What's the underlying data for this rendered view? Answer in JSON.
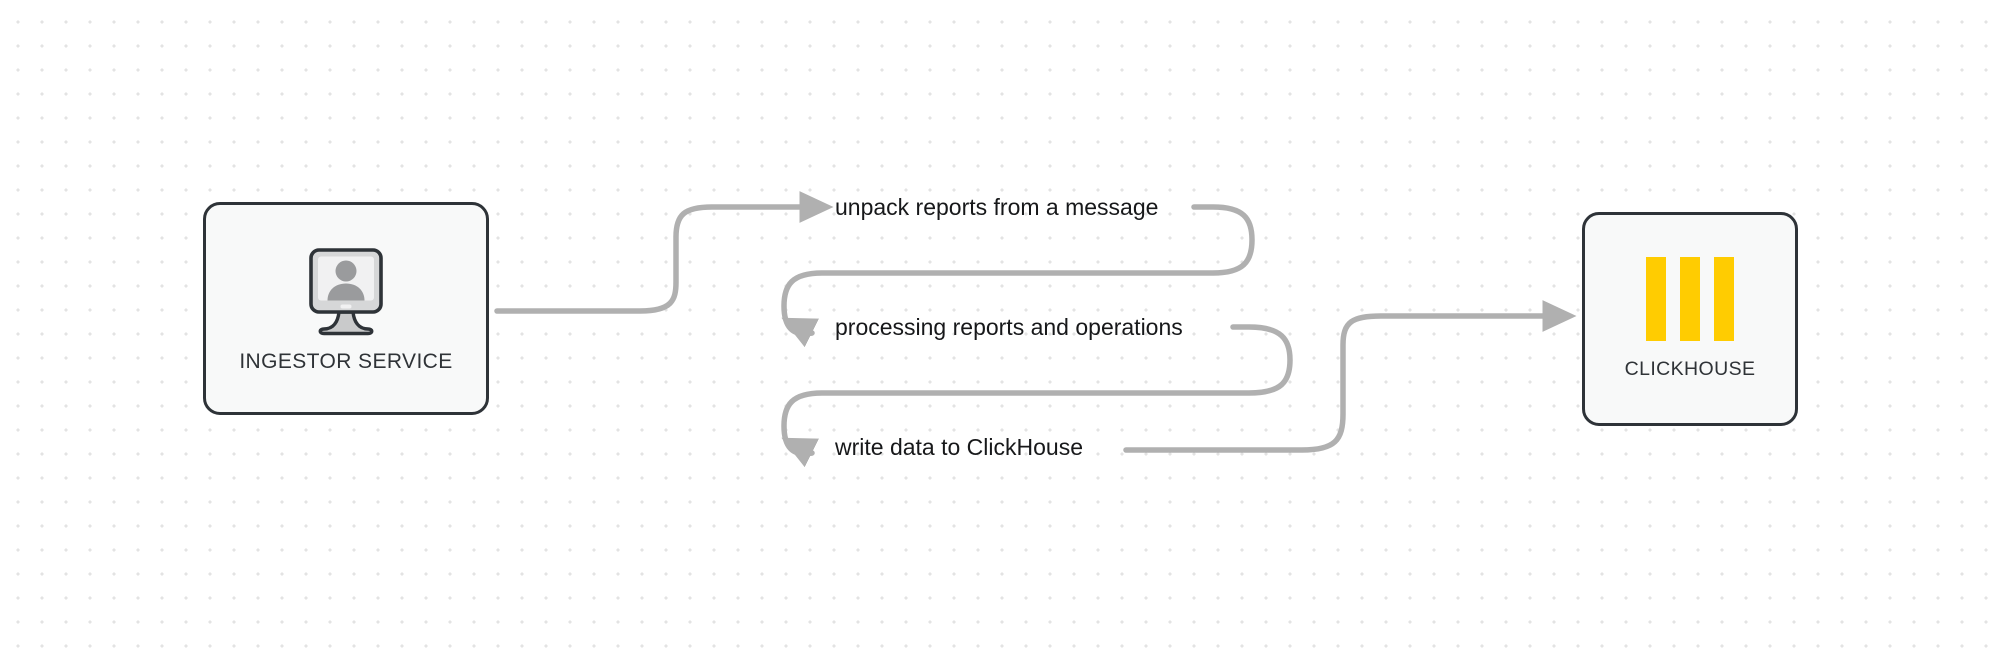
{
  "diagram": {
    "title": "Ingestor service data flow to ClickHouse",
    "background": {
      "color": "#ffffff",
      "dot_color": "#e3e3e3",
      "dot_spacing": 24
    },
    "colors": {
      "node_border": "#2e3338",
      "node_fill": "#f8f9f9",
      "connector": "#b0b0b0",
      "label_text": "#17181a",
      "clickhouse_yellow": "#ffcc01"
    },
    "nodes": [
      {
        "id": "ingestor",
        "label": "INGESTOR SERVICE",
        "icon": "monitor-user-icon"
      },
      {
        "id": "clickhouse",
        "label": "CLICKHOUSE",
        "icon": "clickhouse-logo-icon",
        "logo_bars": 3
      }
    ],
    "edge_labels": [
      "unpack reports from a message",
      "processing reports and operations",
      "write data to ClickHouse"
    ]
  }
}
